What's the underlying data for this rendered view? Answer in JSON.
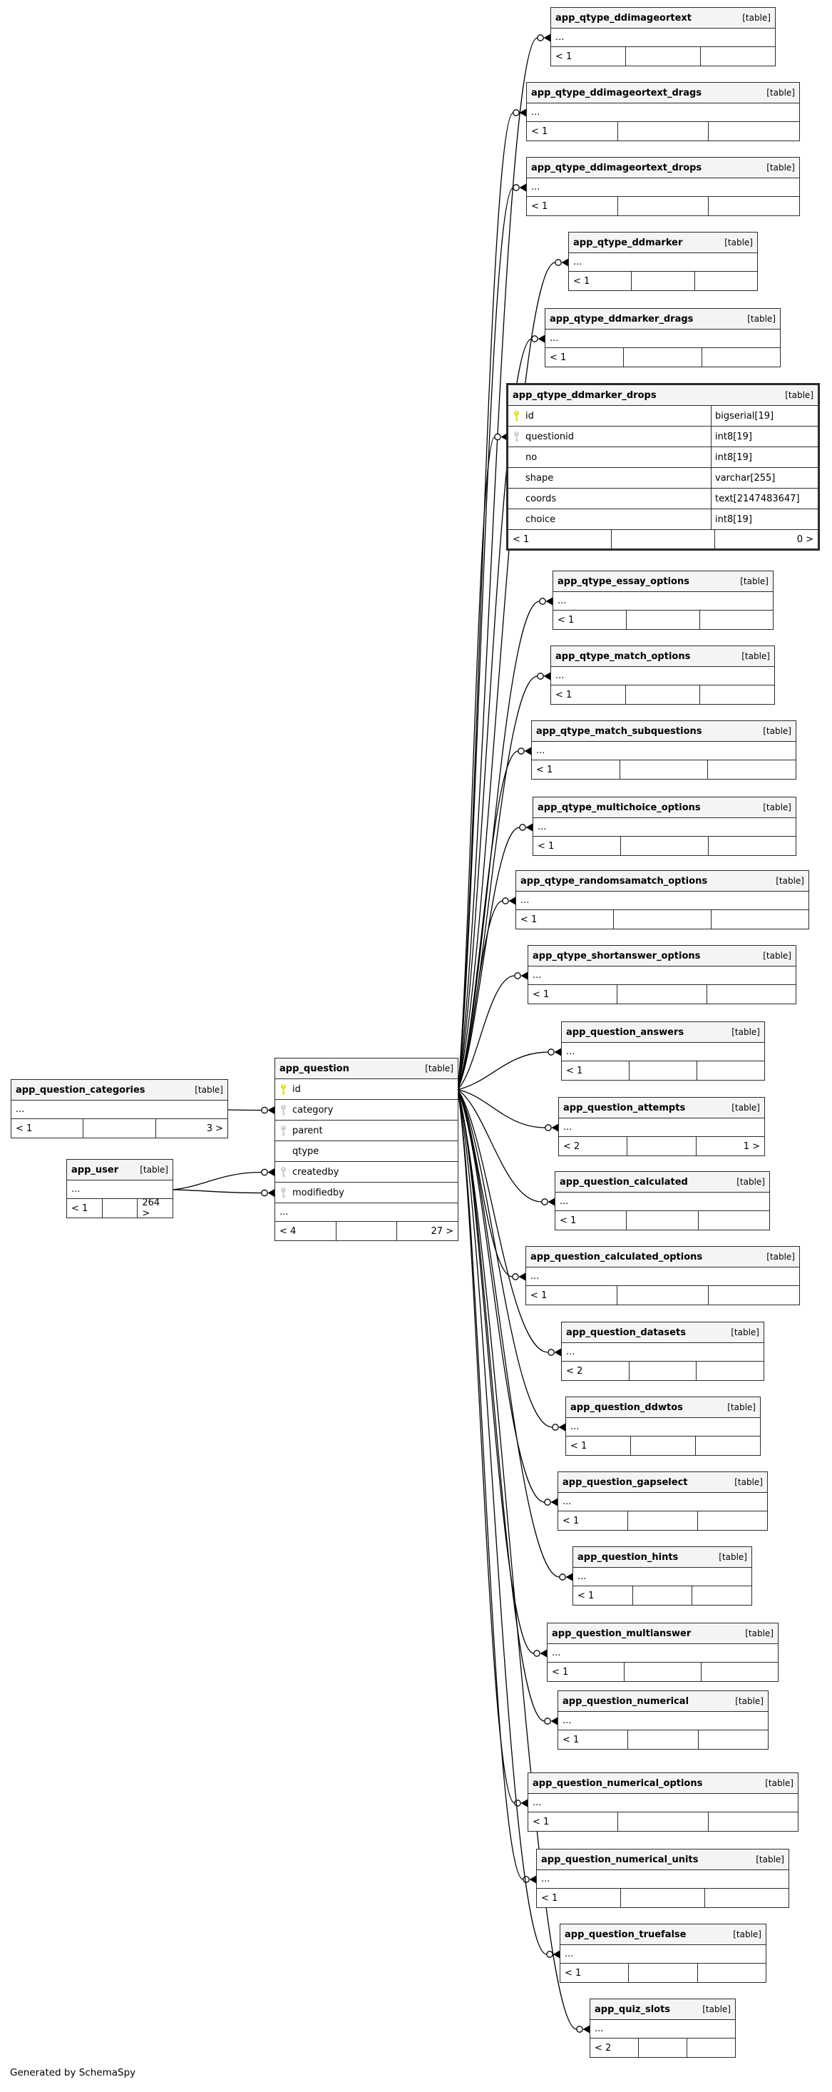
{
  "diagram": {
    "generated_by": "Generated by SchemaSpy",
    "table_tag": "[table]",
    "ellipsis": "...",
    "colors": {
      "primary_key_icon": "#dde000",
      "foreign_key_icon": "#c9c9c9",
      "header_bg": "#f4f4f4",
      "border": "#2b2b2b",
      "background": "#ffffff",
      "line": "#000000"
    }
  },
  "tables": {
    "ddimageortext": {
      "name": "app_qtype_ddimageortext",
      "footer_left": "< 1",
      "footer_right": ""
    },
    "ddimageortext_drags": {
      "name": "app_qtype_ddimageortext_drags",
      "footer_left": "< 1",
      "footer_right": ""
    },
    "ddimageortext_drops": {
      "name": "app_qtype_ddimageortext_drops",
      "footer_left": "< 1",
      "footer_right": ""
    },
    "ddmarker": {
      "name": "app_qtype_ddmarker",
      "footer_left": "< 1",
      "footer_right": ""
    },
    "ddmarker_drags": {
      "name": "app_qtype_ddmarker_drags",
      "footer_left": "< 1",
      "footer_right": ""
    },
    "ddmarker_drops": {
      "name": "app_qtype_ddmarker_drops",
      "footer_left": "< 1",
      "footer_right": "0 >",
      "fields": [
        {
          "name": "id",
          "type": "bigserial[19]",
          "key": "pk"
        },
        {
          "name": "questionid",
          "type": "int8[19]",
          "key": "fk"
        },
        {
          "name": "no",
          "type": "int8[19]",
          "key": ""
        },
        {
          "name": "shape",
          "type": "varchar[255]",
          "key": ""
        },
        {
          "name": "coords",
          "type": "text[2147483647]",
          "key": ""
        },
        {
          "name": "choice",
          "type": "int8[19]",
          "key": ""
        }
      ]
    },
    "essay_options": {
      "name": "app_qtype_essay_options",
      "footer_left": "< 1",
      "footer_right": ""
    },
    "match_options": {
      "name": "app_qtype_match_options",
      "footer_left": "< 1",
      "footer_right": ""
    },
    "match_subquestions": {
      "name": "app_qtype_match_subquestions",
      "footer_left": "< 1",
      "footer_right": ""
    },
    "multichoice_options": {
      "name": "app_qtype_multichoice_options",
      "footer_left": "< 1",
      "footer_right": ""
    },
    "randomsamatch_options": {
      "name": "app_qtype_randomsamatch_options",
      "footer_left": "< 1",
      "footer_right": ""
    },
    "shortanswer_options": {
      "name": "app_qtype_shortanswer_options",
      "footer_left": "< 1",
      "footer_right": ""
    },
    "q_answers": {
      "name": "app_question_answers",
      "footer_left": "< 1",
      "footer_right": ""
    },
    "q_attempts": {
      "name": "app_question_attempts",
      "footer_left": "< 2",
      "footer_right": "1 >"
    },
    "q_calculated": {
      "name": "app_question_calculated",
      "footer_left": "< 1",
      "footer_right": ""
    },
    "q_calculated_options": {
      "name": "app_question_calculated_options",
      "footer_left": "< 1",
      "footer_right": ""
    },
    "q_datasets": {
      "name": "app_question_datasets",
      "footer_left": "< 2",
      "footer_right": ""
    },
    "q_ddwtos": {
      "name": "app_question_ddwtos",
      "footer_left": "< 1",
      "footer_right": ""
    },
    "q_gapselect": {
      "name": "app_question_gapselect",
      "footer_left": "< 1",
      "footer_right": ""
    },
    "q_hints": {
      "name": "app_question_hints",
      "footer_left": "< 1",
      "footer_right": ""
    },
    "q_multianswer": {
      "name": "app_question_multianswer",
      "footer_left": "< 1",
      "footer_right": ""
    },
    "q_numerical": {
      "name": "app_question_numerical",
      "footer_left": "< 1",
      "footer_right": ""
    },
    "q_numerical_options": {
      "name": "app_question_numerical_options",
      "footer_left": "< 1",
      "footer_right": ""
    },
    "q_numerical_units": {
      "name": "app_question_numerical_units",
      "footer_left": "< 1",
      "footer_right": ""
    },
    "q_truefalse": {
      "name": "app_question_truefalse",
      "footer_left": "< 1",
      "footer_right": ""
    },
    "quiz_slots": {
      "name": "app_quiz_slots",
      "footer_left": "< 2",
      "footer_right": ""
    },
    "q_categories": {
      "name": "app_question_categories",
      "footer_left": "< 1",
      "footer_right": "3 >"
    },
    "user": {
      "name": "app_user",
      "footer_left": "< 1",
      "footer_right": "264 >"
    },
    "question": {
      "name": "app_question",
      "footer_left": "< 4",
      "footer_right": "27 >",
      "fields": [
        {
          "name": "id",
          "key": "pk"
        },
        {
          "name": "category",
          "key": "fk"
        },
        {
          "name": "parent",
          "key": "fk"
        },
        {
          "name": "qtype",
          "key": ""
        },
        {
          "name": "createdby",
          "key": "fk"
        },
        {
          "name": "modifiedby",
          "key": "fk"
        }
      ]
    }
  },
  "relationships": [
    {
      "from": "q_categories",
      "to": "q-row-category"
    },
    {
      "from": "user",
      "to": "q-row-createdby"
    },
    {
      "from": "user",
      "to": "q-row-modifiedby"
    },
    {
      "from": "q-row-id",
      "to": "ddimageortext"
    },
    {
      "from": "q-row-id",
      "to": "ddimageortext_drags"
    },
    {
      "from": "q-row-id",
      "to": "ddimageortext_drops"
    },
    {
      "from": "q-row-id",
      "to": "ddmarker"
    },
    {
      "from": "q-row-id",
      "to": "ddmarker_drags"
    },
    {
      "from": "q-row-id",
      "to": "ddmarker_drops"
    },
    {
      "from": "q-row-id",
      "to": "essay_options"
    },
    {
      "from": "q-row-id",
      "to": "match_options"
    },
    {
      "from": "q-row-id",
      "to": "match_subquestions"
    },
    {
      "from": "q-row-id",
      "to": "multichoice_options"
    },
    {
      "from": "q-row-id",
      "to": "randomsamatch_options"
    },
    {
      "from": "q-row-id",
      "to": "shortanswer_options"
    },
    {
      "from": "q-row-id",
      "to": "q_answers"
    },
    {
      "from": "q-row-id",
      "to": "q_attempts"
    },
    {
      "from": "q-row-id",
      "to": "q_calculated"
    },
    {
      "from": "q-row-id",
      "to": "q_calculated_options"
    },
    {
      "from": "q-row-id",
      "to": "q_datasets"
    },
    {
      "from": "q-row-id",
      "to": "q_ddwtos"
    },
    {
      "from": "q-row-id",
      "to": "q_gapselect"
    },
    {
      "from": "q-row-id",
      "to": "q_hints"
    },
    {
      "from": "q-row-id",
      "to": "q_multianswer"
    },
    {
      "from": "q-row-id",
      "to": "q_numerical"
    },
    {
      "from": "q-row-id",
      "to": "q_numerical_options"
    },
    {
      "from": "q-row-id",
      "to": "q_numerical_units"
    },
    {
      "from": "q-row-id",
      "to": "q_truefalse"
    },
    {
      "from": "q-row-id",
      "to": "quiz_slots"
    }
  ]
}
